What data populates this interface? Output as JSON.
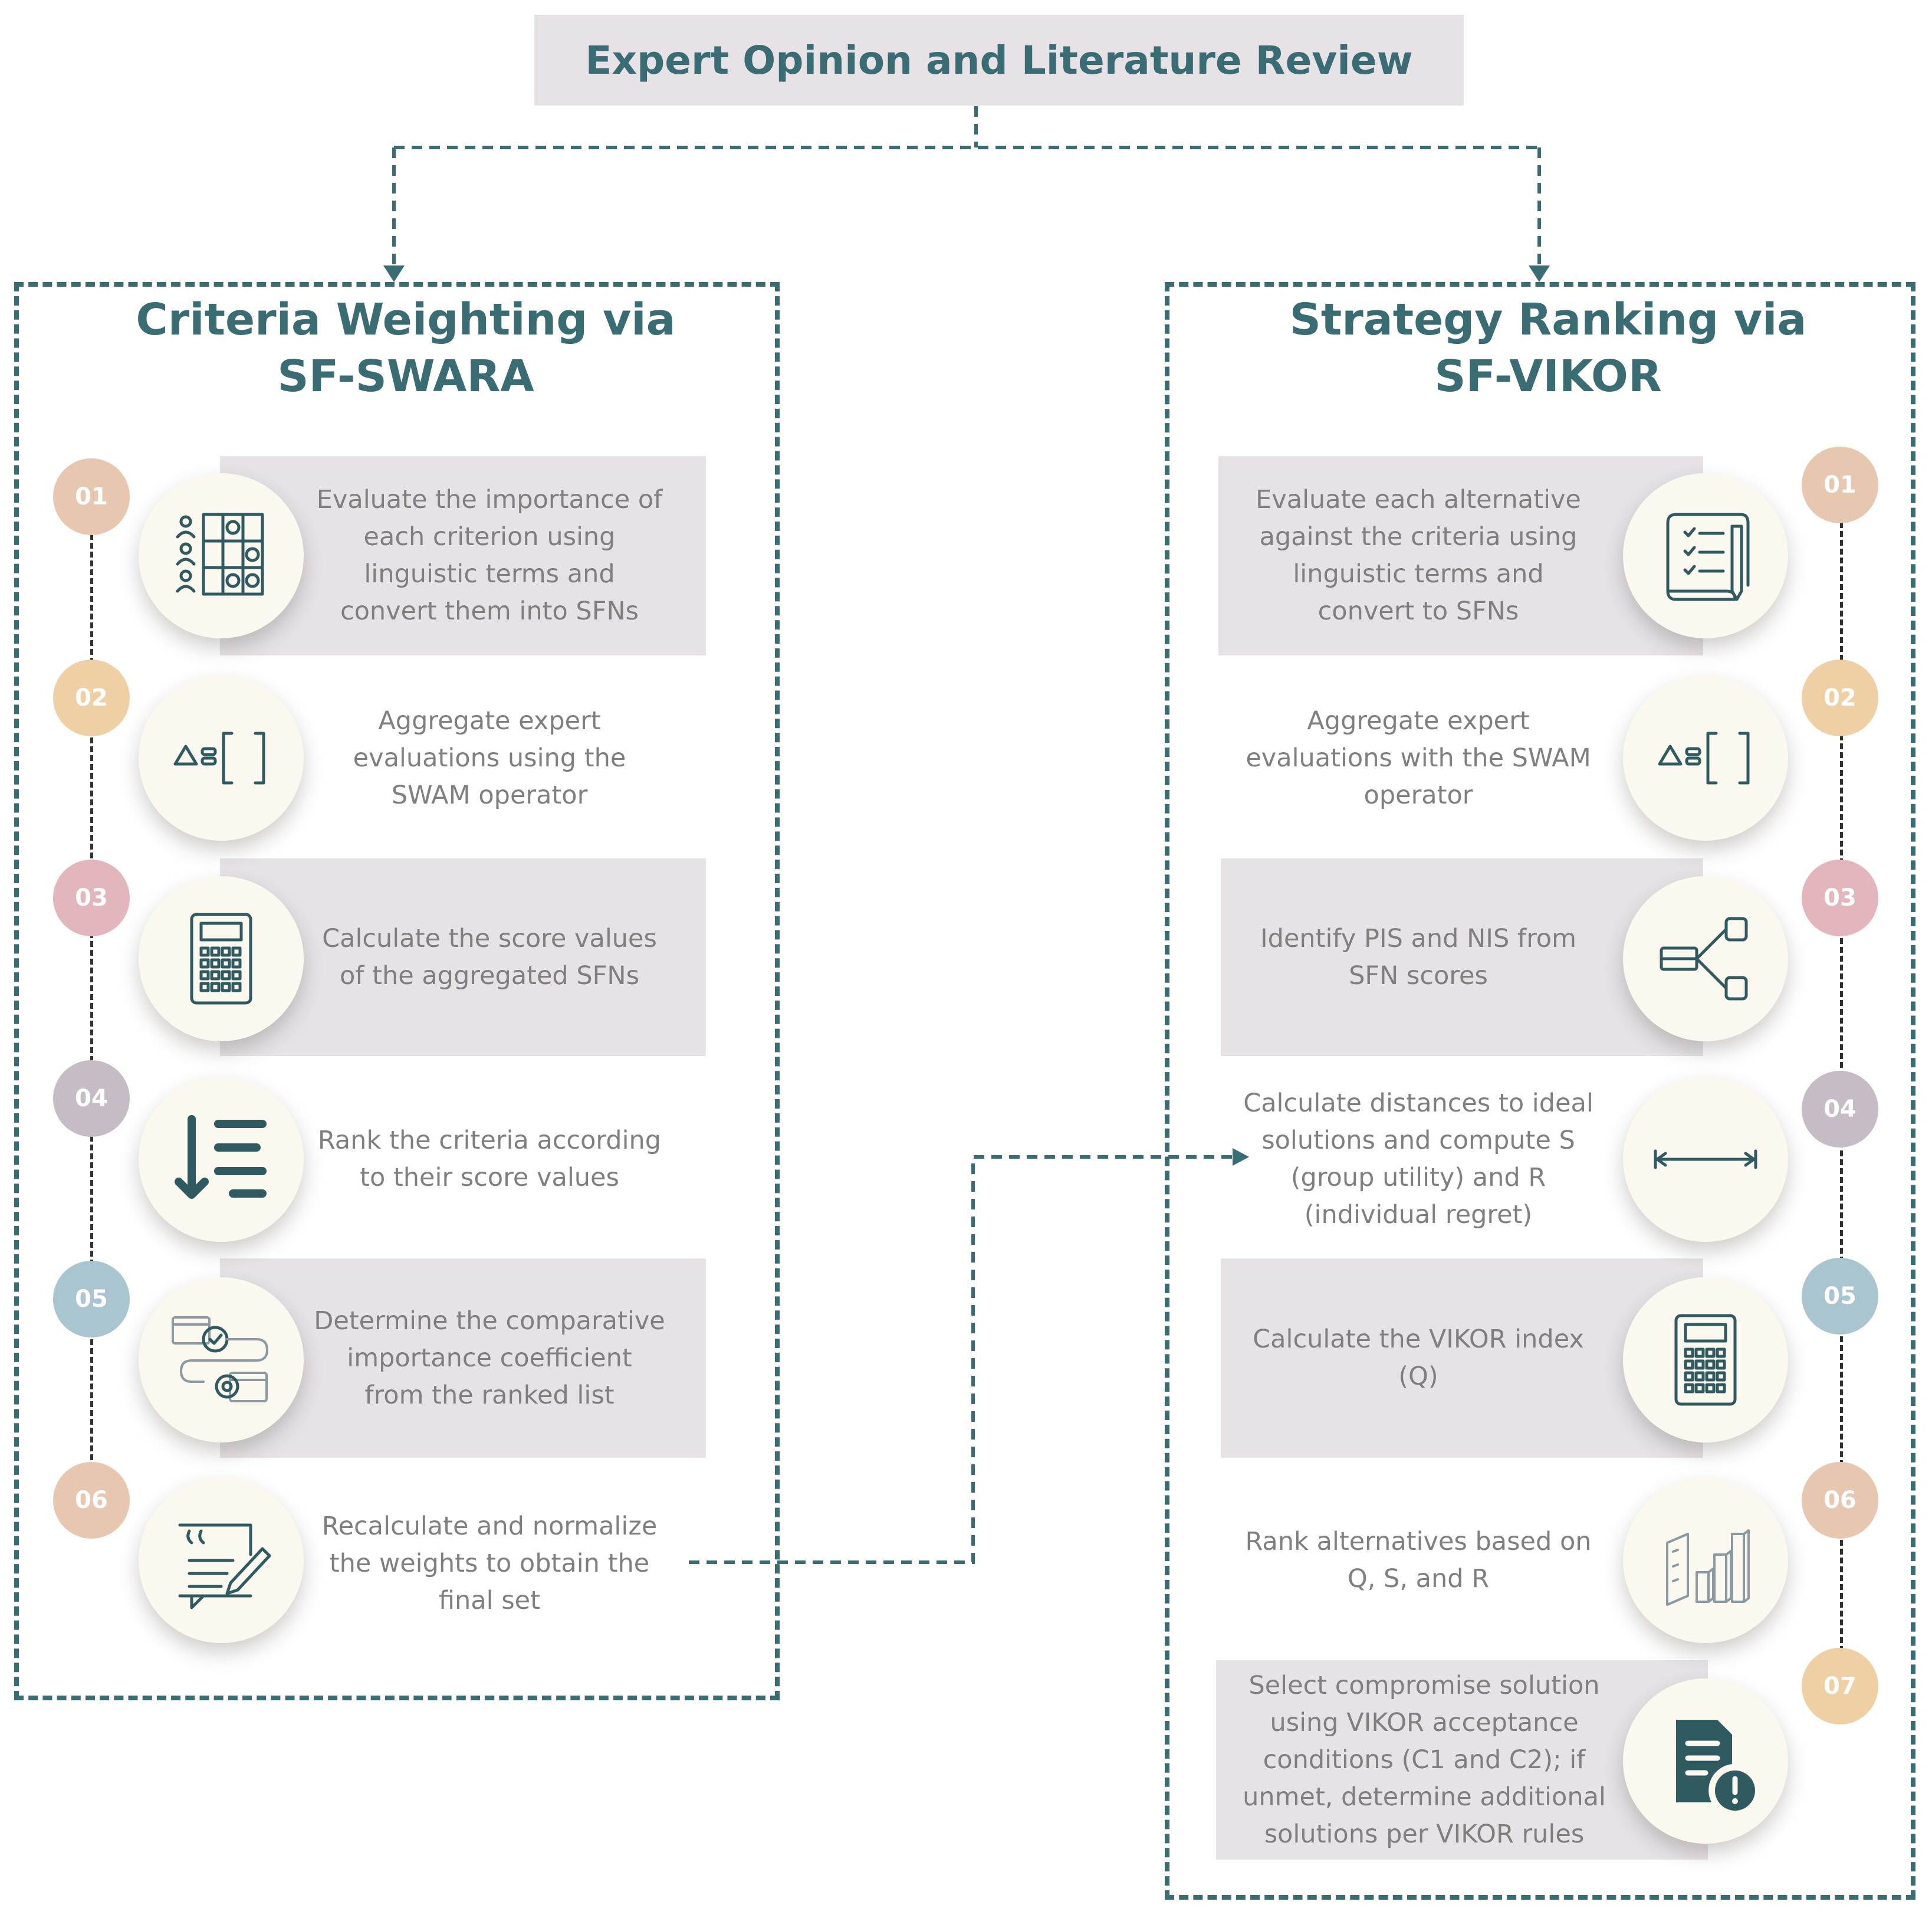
{
  "header": {
    "title": "Expert Opinion and Literature Review"
  },
  "left_panel": {
    "title_line1": "Criteria Weighting via",
    "title_line2": "SF-SWARA",
    "steps": [
      {
        "num": "01",
        "icon": "expert-matrix-icon",
        "color": "#e8c7b0",
        "lines": [
          "Evaluate the importance of",
          "each criterion using",
          "linguistic terms and",
          "convert them into SFNs"
        ]
      },
      {
        "num": "02",
        "icon": "operator-symbols-icon",
        "color": "#efd0a4",
        "lines": [
          "Aggregate expert",
          "evaluations using the",
          "SWAM operator"
        ]
      },
      {
        "num": "03",
        "icon": "calculator-icon",
        "color": "#e2b6bc",
        "lines": [
          "Calculate the score values",
          "of the aggregated SFNs"
        ]
      },
      {
        "num": "04",
        "icon": "sort-descending-icon",
        "color": "#c5bcc6",
        "lines": [
          "Rank the criteria according",
          "to their score values"
        ]
      },
      {
        "num": "05",
        "icon": "workflow-gear-icon",
        "color": "#a9c5cf",
        "lines": [
          "Determine the comparative",
          "importance coefficient",
          "from the ranked list"
        ]
      },
      {
        "num": "06",
        "icon": "quote-edit-icon",
        "color": "#e8c7b0",
        "lines": [
          "Recalculate and normalize",
          "the weights to obtain the",
          "final set"
        ]
      }
    ]
  },
  "right_panel": {
    "title_line1": "Strategy Ranking via",
    "title_line2": "SF-VIKOR",
    "steps": [
      {
        "num": "01",
        "icon": "checklist-scroll-icon",
        "color": "#e8c7b0",
        "lines": [
          "Evaluate each alternative",
          "against the criteria using",
          "linguistic terms and",
          "convert to SFNs"
        ]
      },
      {
        "num": "02",
        "icon": "operator-symbols-icon",
        "color": "#efd0a4",
        "lines": [
          "Aggregate expert",
          "evaluations with the SWAM",
          "operator"
        ]
      },
      {
        "num": "03",
        "icon": "branch-nodes-icon",
        "color": "#e2b6bc",
        "lines": [
          "Identify PIS and NIS from",
          "SFN scores"
        ]
      },
      {
        "num": "04",
        "icon": "distance-arrow-icon",
        "color": "#c5bcc6",
        "lines": [
          "Calculate distances to ideal",
          "solutions and compute S",
          "(group utility) and R",
          "(individual regret)"
        ]
      },
      {
        "num": "05",
        "icon": "calculator-icon",
        "color": "#a9c5cf",
        "lines": [
          "Calculate the VIKOR index",
          "(Q)"
        ]
      },
      {
        "num": "06",
        "icon": "bar-ranking-icon",
        "color": "#e8c7b0",
        "lines": [
          "Rank alternatives based on",
          "Q, S, and R"
        ]
      },
      {
        "num": "07",
        "icon": "document-alert-icon",
        "color": "#efd0a4",
        "lines": [
          "Select compromise solution",
          "using VIKOR acceptance",
          "conditions (C1 and C2); if",
          "unmet, determine additional",
          "solutions per VIKOR rules"
        ]
      }
    ]
  }
}
